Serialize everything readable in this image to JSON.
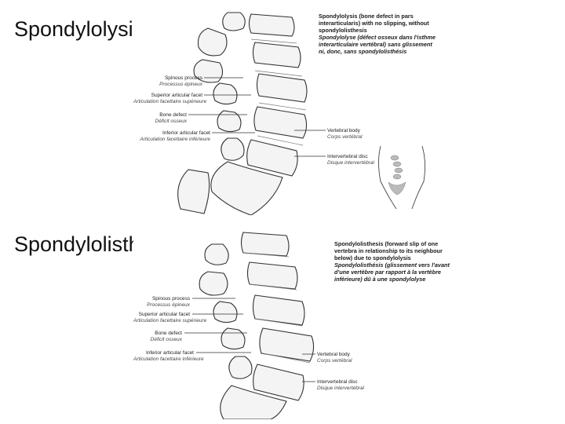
{
  "slides": [
    {
      "title": "Spondylolysis",
      "description_en": "Spondylolysis (bone defect in pars interarticularis) with no slipping, without spondylolisthesis",
      "description_fr": "Spondylolyse (défect osseux dans l'isthme interarticulaire vertébral) sans glissement ni, donc, sans spondylolisthésis",
      "labels": [
        {
          "en": "Spinous process",
          "fr": "Processus épineux"
        },
        {
          "en": "Superior articular facet",
          "fr": "Articulation facettaire supérieure"
        },
        {
          "en": "Bone defect",
          "fr": "Déficit osseux"
        },
        {
          "en": "Inferior articular facet",
          "fr": "Articulation facettaire inférieure"
        },
        {
          "en": "Vertebral body",
          "fr": "Corps vertébral"
        },
        {
          "en": "Intervertebral disc",
          "fr": "Disque intervertébral"
        }
      ]
    },
    {
      "title": "Spondylolisthesis",
      "description_en": "Spondylolisthesis (forward slip of one vertebra in relationship to its neighbour below) due to spondylolysis",
      "description_fr": "Spondylolisthésis (glissement vers l'avant d'une vertèbre par rapport à la vertèbre inférieure) dû à une spondylolyse",
      "labels": [
        {
          "en": "Spinous process",
          "fr": "Processus épineux"
        },
        {
          "en": "Superior articular facet",
          "fr": "Articulation facettaire supérieure"
        },
        {
          "en": "Bone defect",
          "fr": "Déficit osseux"
        },
        {
          "en": "Inferior articular facet",
          "fr": "Articulation facettaire inférieure"
        },
        {
          "en": "Vertebral body",
          "fr": "Corps vertébral"
        },
        {
          "en": "Intervertebral disc",
          "fr": "Disque intervertébral"
        }
      ]
    }
  ]
}
